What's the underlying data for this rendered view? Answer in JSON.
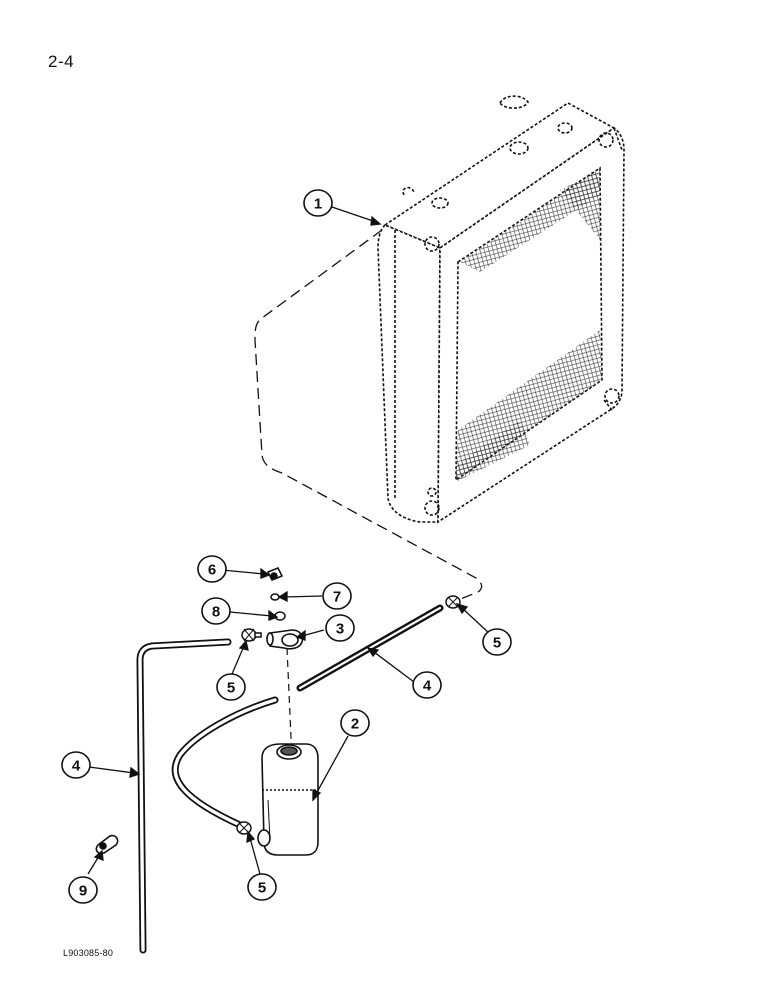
{
  "page": {
    "number": "2-4"
  },
  "figure": {
    "code": "L903085-80"
  },
  "callouts": [
    {
      "id": "callout-1",
      "label": "1"
    },
    {
      "id": "callout-2",
      "label": "2"
    },
    {
      "id": "callout-3",
      "label": "3"
    },
    {
      "id": "callout-4-right",
      "label": "4"
    },
    {
      "id": "callout-4-left",
      "label": "4"
    },
    {
      "id": "callout-5-mid",
      "label": "5"
    },
    {
      "id": "callout-5-right",
      "label": "5"
    },
    {
      "id": "callout-5-bottom",
      "label": "5"
    },
    {
      "id": "callout-6",
      "label": "6"
    },
    {
      "id": "callout-7",
      "label": "7"
    },
    {
      "id": "callout-8",
      "label": "8"
    },
    {
      "id": "callout-9",
      "label": "9"
    }
  ]
}
